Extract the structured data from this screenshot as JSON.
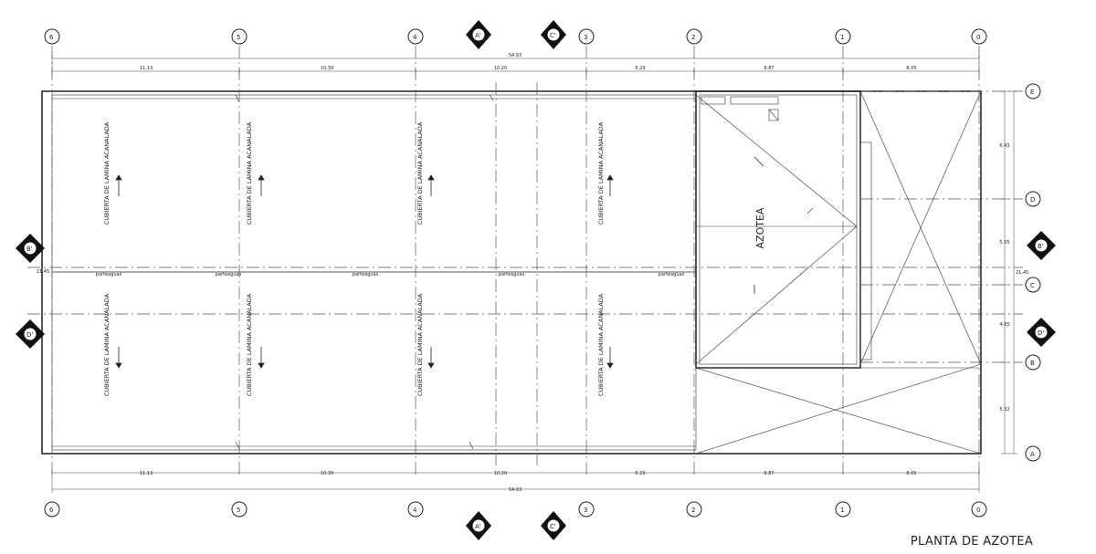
{
  "title": "PLANTA DE AZOTEA",
  "azotea_label": "AZOTEA",
  "axes_vertical": [
    "6",
    "5",
    "4",
    "3",
    "2",
    "1",
    "0"
  ],
  "axes_horizontal": [
    "E",
    "D",
    "C",
    "B",
    "A"
  ],
  "section_marks": [
    "A'",
    "C'",
    "B'",
    "D'"
  ],
  "dims_horizontal": [
    "11.13",
    "10.39",
    "10.20",
    "6.29",
    "8.87",
    "8.05"
  ],
  "dim_total_horizontal": "54.93",
  "dims_vertical": [
    "6.43",
    "5.05",
    "4.65",
    "5.32"
  ],
  "dim_total_vertical": "21.45",
  "roof_labels": [
    "CUBIERTA DE LAMINA ACANALADA",
    "CUBIERTA DE LAMINA ACANALADA",
    "CUBIERTA DE LAMINA ACANALADA",
    "CUBIERTA DE LAMINA ACANALADA",
    "CUBIERTA DE LAMINA ACANALADA",
    "CUBIERTA DE LAMINA ACANALADA",
    "CUBIERTA DE LAMINA ACANALADA",
    "CUBIERTA DE LAMINA ACANALADA"
  ],
  "ridge_label": "parteaguas",
  "colors": {
    "ink": "#222222",
    "background": "#ffffff"
  }
}
